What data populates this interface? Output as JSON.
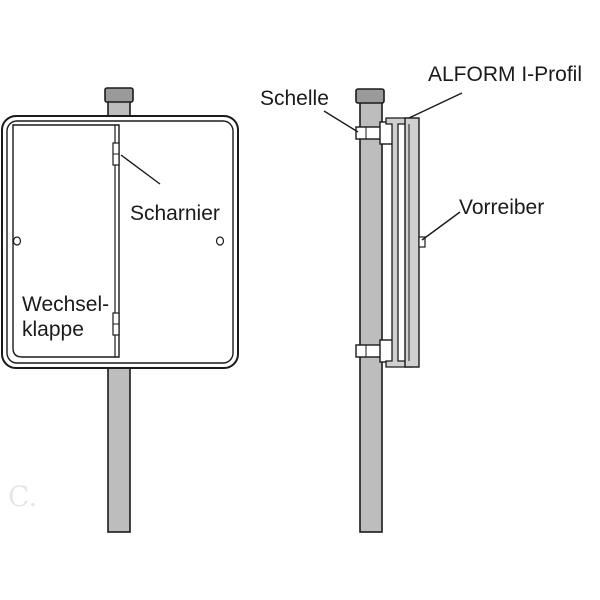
{
  "labels": {
    "scharnier": "Scharnier",
    "wechsel_line1": "Wechsel-",
    "wechsel_line2": "klappe",
    "schelle": "Schelle",
    "alform": "ALFORM I-Profil",
    "vorreiber": "Vorreiber"
  },
  "watermark": "C.",
  "colors": {
    "outline": "#1a1a1a",
    "pole": "#bdbdbd",
    "cap": "#9a9a9a",
    "panel": "#ffffff",
    "profile": "#d0d0d0",
    "watermark": "#e6e6e6"
  }
}
